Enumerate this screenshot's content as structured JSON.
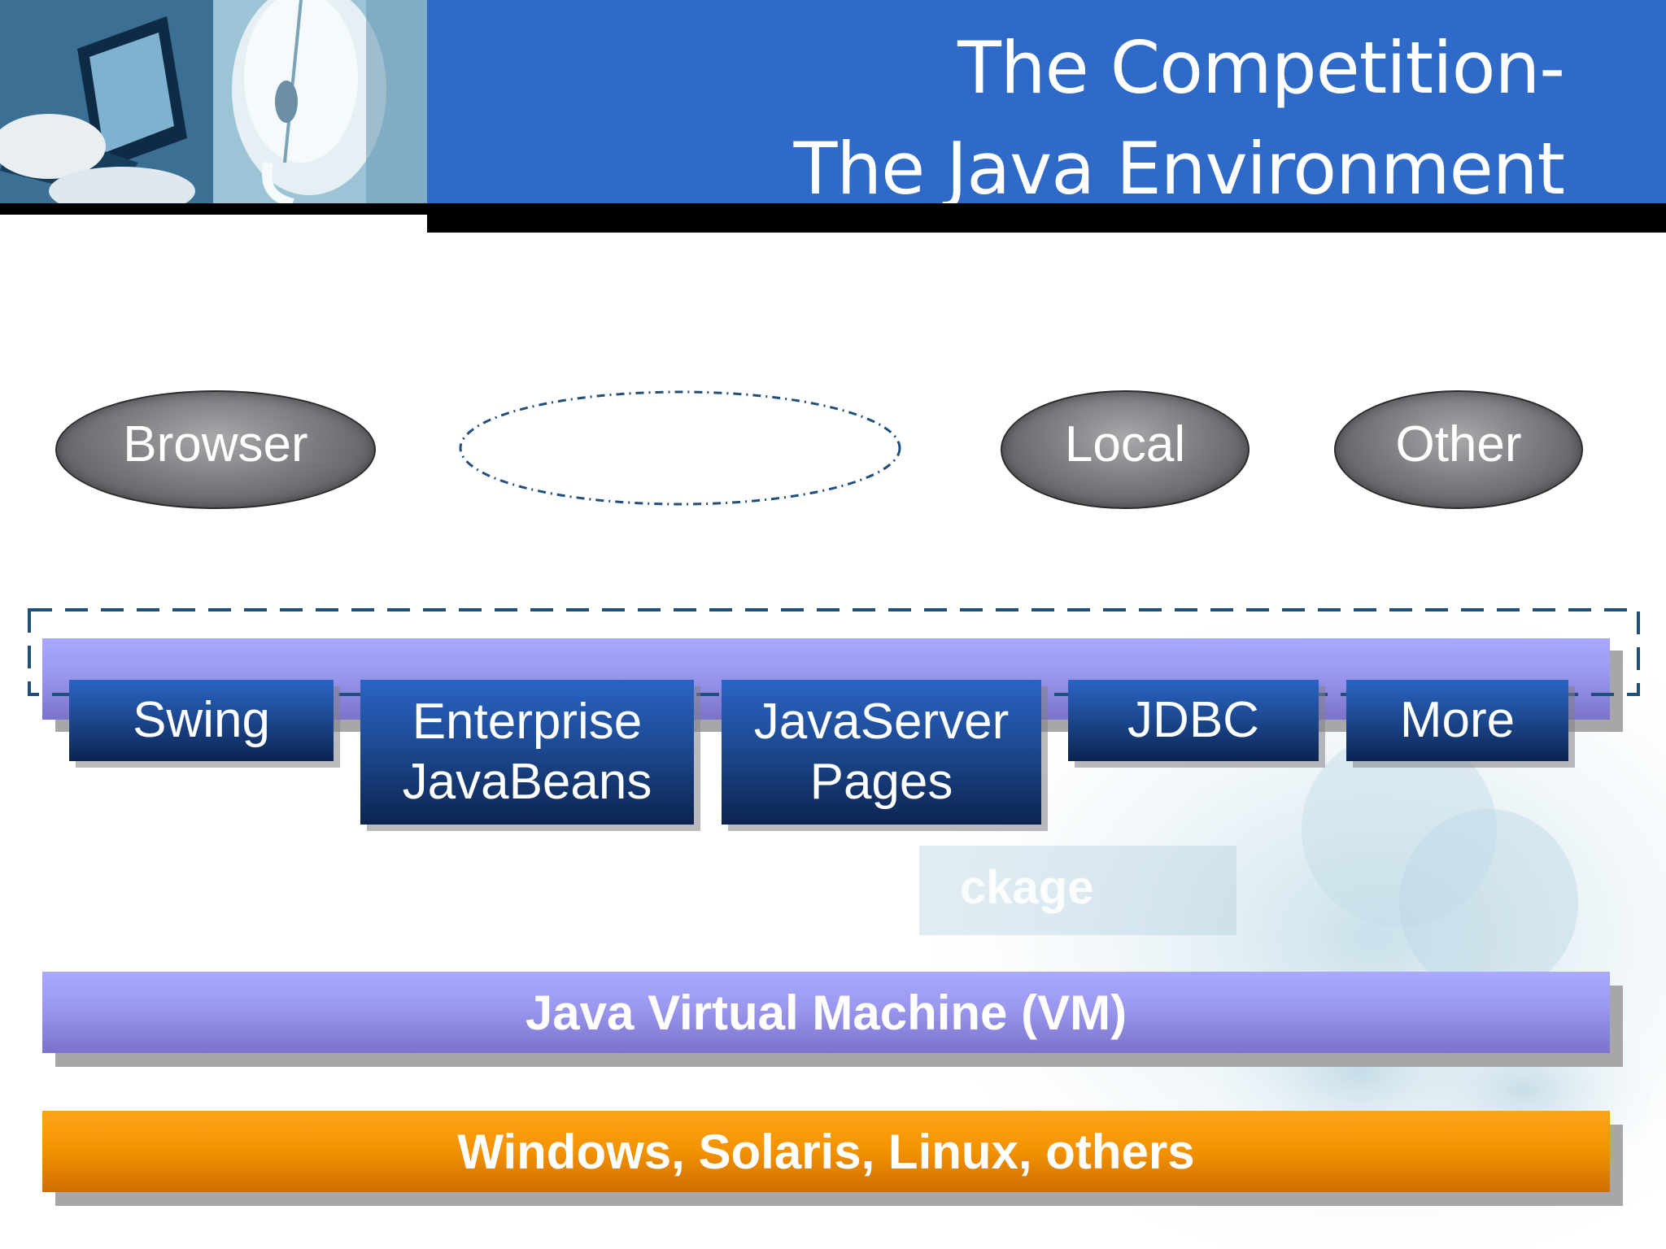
{
  "slide": {
    "title_line1": "The Competition-",
    "title_line2": "The Java Environment"
  },
  "colors": {
    "header_blue": "#2f6ac8",
    "bar_purple": "#9a97ef",
    "bar_orange": "#f39200",
    "package_navy": "#1d4a93",
    "oval_gray": "#7c7c80"
  },
  "ovals": [
    {
      "label": "Browser"
    },
    {
      "label": ""
    },
    {
      "label": "Local"
    },
    {
      "label": "Other"
    }
  ],
  "packages": [
    {
      "line1": "Swing",
      "line2": ""
    },
    {
      "line1": "Enterprise",
      "line2": "JavaBeans"
    },
    {
      "line1": "JavaServer",
      "line2": "Pages"
    },
    {
      "line1": "JDBC",
      "line2": ""
    },
    {
      "line1": "More",
      "line2": ""
    }
  ],
  "layers": {
    "vm": "Java Virtual Machine (VM)",
    "os": "Windows, Solaris, Linux, others",
    "faded_text": "ckage"
  }
}
